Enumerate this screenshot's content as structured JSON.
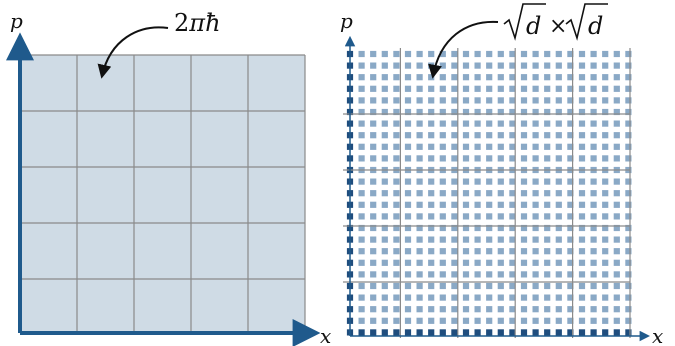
{
  "left_panel": {
    "y_axis_label": "p",
    "x_axis_label": "x",
    "annotation_parts": [
      "2",
      "π",
      "ħ"
    ],
    "colors": {
      "cell_fill": "#cfdbe5",
      "grid_line": "#8a8a8a",
      "axis": "#1f5a8c"
    }
  },
  "right_panel": {
    "y_axis_label": "p",
    "x_axis_label": "x",
    "annotation_parts": [
      "d",
      "×",
      "d"
    ],
    "colors": {
      "dot_light": "#8aa9c6",
      "dot_dark": "#1f4d7d",
      "grid_line": "#8a8a8a",
      "axis": "#1f5a8c"
    }
  }
}
